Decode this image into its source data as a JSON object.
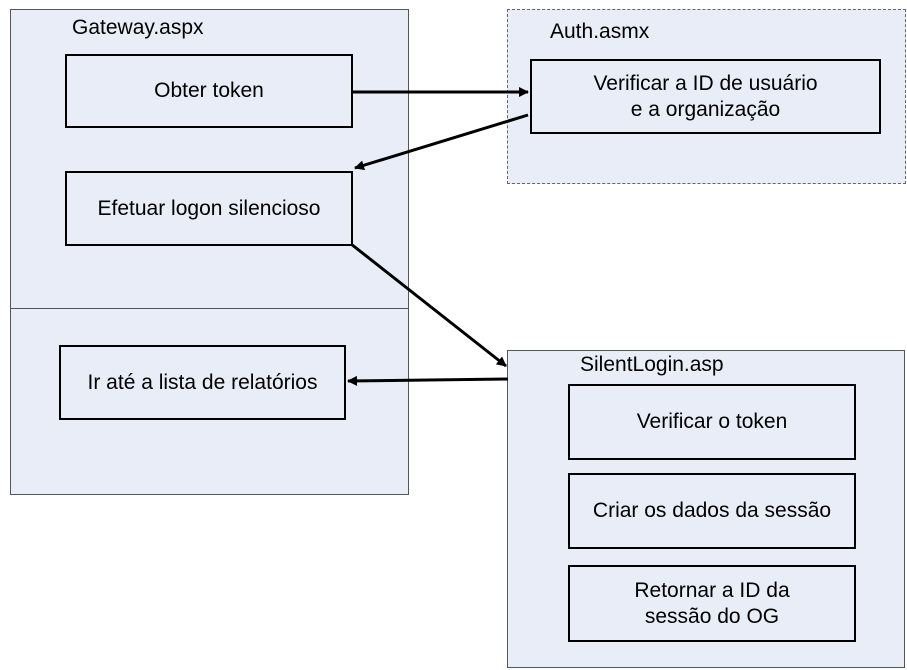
{
  "regions": {
    "gateway": "Gateway.aspx",
    "auth": "Auth.asmx",
    "silentlogin": "SilentLogin.asp"
  },
  "boxes": {
    "obter_token": "Obter token",
    "verificar_id": "Verificar a ID de usuário\ne a organização",
    "efetuar_logon": "Efetuar logon silencioso",
    "ir_lista": "Ir até a lista de relatórios",
    "verificar_token": "Verificar o token",
    "criar_dados": "Criar os dados da sessão",
    "retornar_id": "Retornar a ID da\nsessão do OG"
  },
  "colors": {
    "region_fill": "#e8edf7",
    "stroke": "#000000"
  }
}
